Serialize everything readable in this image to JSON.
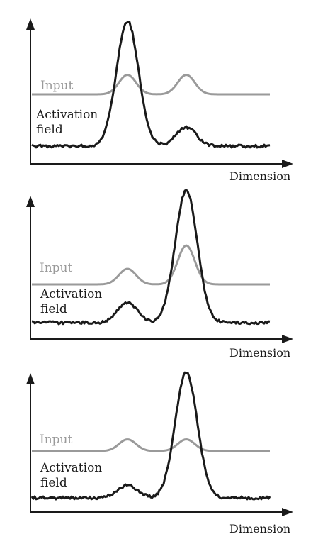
{
  "colors": {
    "input": "#9a9a9a",
    "activation_field": "#1a1a1a",
    "axis": "#1a1a1a"
  },
  "chart_data": [
    {
      "type": "line",
      "xlabel": "Dimension",
      "series": [
        {
          "name": "Input",
          "peaks": [
            {
              "x": 0.4,
              "height": 0.25
            },
            {
              "x": 0.65,
              "height": 0.25
            }
          ],
          "baseline": 0.6
        },
        {
          "name": "Activation field",
          "peaks": [
            {
              "x": 0.4,
              "height": 1.0
            },
            {
              "x": 0.65,
              "height": 0.15
            }
          ],
          "baseline": 0.15
        }
      ]
    },
    {
      "type": "line",
      "xlabel": "Dimension",
      "series": [
        {
          "name": "Input",
          "peaks": [
            {
              "x": 0.4,
              "height": 0.2
            },
            {
              "x": 0.65,
              "height": 0.5
            }
          ],
          "baseline": 0.45
        },
        {
          "name": "Activation field",
          "peaks": [
            {
              "x": 0.4,
              "height": 0.15
            },
            {
              "x": 0.65,
              "height": 1.0
            }
          ],
          "baseline": 0.12
        }
      ]
    },
    {
      "type": "line",
      "xlabel": "Dimension",
      "series": [
        {
          "name": "Input",
          "peaks": [
            {
              "x": 0.4,
              "height": 0.15
            },
            {
              "x": 0.65,
              "height": 0.15
            }
          ],
          "baseline": 0.45
        },
        {
          "name": "Activation field",
          "peaks": [
            {
              "x": 0.4,
              "height": 0.1
            },
            {
              "x": 0.65,
              "height": 1.0
            }
          ],
          "baseline": 0.12
        }
      ]
    }
  ],
  "labels": [
    {
      "input": "Input",
      "field_line1": "Activation",
      "field_line2": "field",
      "xlabel": "Dimension"
    },
    {
      "input": "Input",
      "field_line1": "Activation",
      "field_line2": "field",
      "xlabel": "Dimension"
    },
    {
      "input": "Input",
      "field_line1": "Activation",
      "field_line2": "field",
      "xlabel": "Dimension"
    }
  ]
}
